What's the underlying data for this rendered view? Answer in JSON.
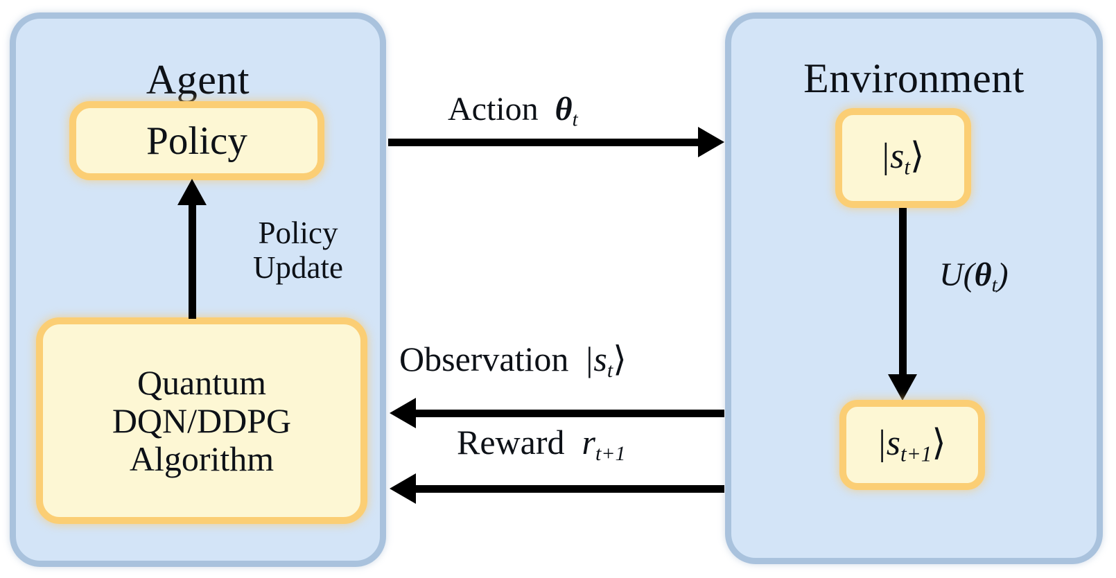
{
  "diagram": {
    "type": "reinforcement-learning-loop",
    "title_agent": "Agent",
    "title_environment": "Environment"
  },
  "agent": {
    "title": "Agent",
    "policy_box": {
      "label": "Policy"
    },
    "algorithm_box": {
      "line1": "Quantum",
      "line2": "DQN/DDPG",
      "line3": "Algorithm"
    },
    "update_arrow": {
      "line1": "Policy",
      "line2": "Update",
      "direction": "up"
    }
  },
  "environment": {
    "title": "Environment",
    "state_current": {
      "bar": "|",
      "symbol": "s",
      "subscript": "t",
      "angle": "⟩",
      "full": "|s_t⟩"
    },
    "state_next": {
      "bar": "|",
      "symbol": "s",
      "subscript": "t+1",
      "angle": "⟩",
      "full": "|s_{t+1}⟩"
    },
    "unitary": {
      "operator": "U",
      "open_paren": "(",
      "theta": "θ",
      "subscript": "t",
      "close_paren": ")",
      "full": "U(θ_t)"
    }
  },
  "arrows": {
    "action": {
      "label": "Action",
      "theta": "θ",
      "subscript": "t",
      "direction": "right",
      "from": "Agent",
      "to": "Environment"
    },
    "observation": {
      "label": "Observation",
      "bar": "|",
      "symbol": "s",
      "subscript": "t",
      "angle": "⟩",
      "direction": "left",
      "from": "Environment",
      "to": "Agent"
    },
    "reward": {
      "label": "Reward",
      "symbol": "r",
      "subscript": "t+1",
      "direction": "left",
      "from": "Environment",
      "to": "Agent"
    }
  },
  "colors": {
    "panel_fill": "#d3e4f7",
    "panel_border": "#a9c2dd",
    "box_fill": "#fdf7d4",
    "box_border": "#fbce74",
    "arrow": "#000000",
    "text": "#0d1117",
    "background": "#ffffff"
  }
}
